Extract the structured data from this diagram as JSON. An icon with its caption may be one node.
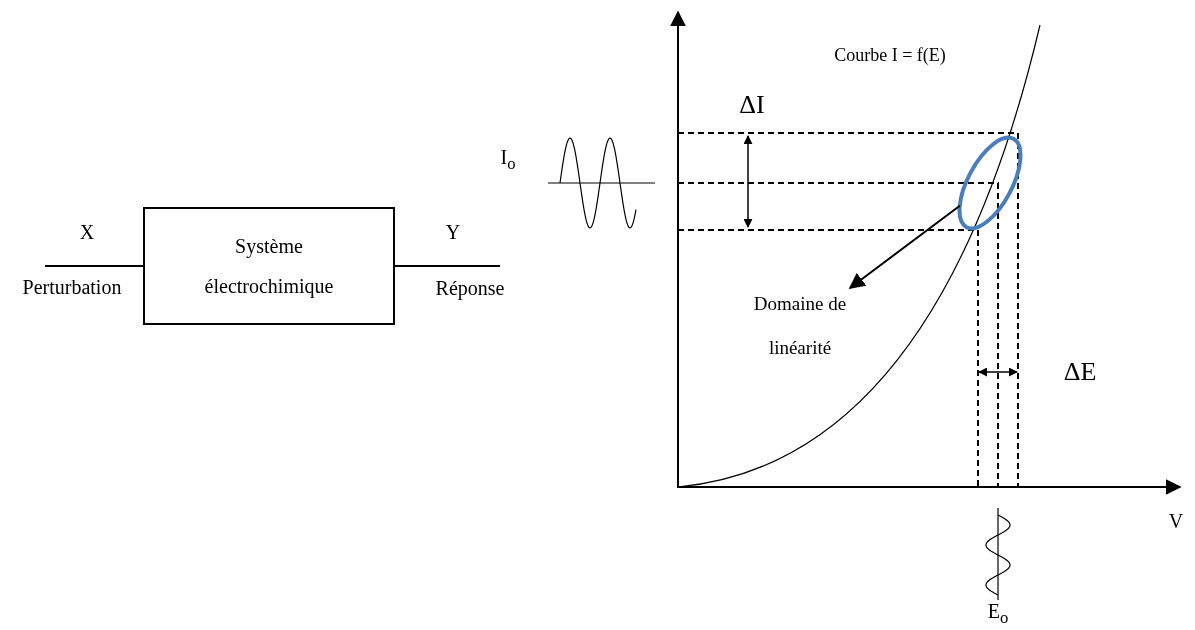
{
  "diagram": {
    "nodes": [
      {
        "text": [
          "Système électrochimique"
        ]
      },
      {
        "text": [],
        "shape": "ellipse"
      },
      {
        "text": [
          "Domaine de linéarité"
        ]
      }
    ],
    "edges": [
      {
        "from": null,
        "to": 0,
        "arrow": "none",
        "label": "X"
      },
      {
        "from": 0,
        "to": null,
        "arrow": "none",
        "label": "Y"
      },
      {
        "from": 1,
        "to": 2,
        "arrow": "to"
      }
    ],
    "labels": [
      "Perturbation",
      "Réponse",
      "Courbe I = f(E)",
      "ΔI",
      "I$_{o}$",
      "ΔE",
      "V",
      "E$_{o}$"
    ]
  }
}
